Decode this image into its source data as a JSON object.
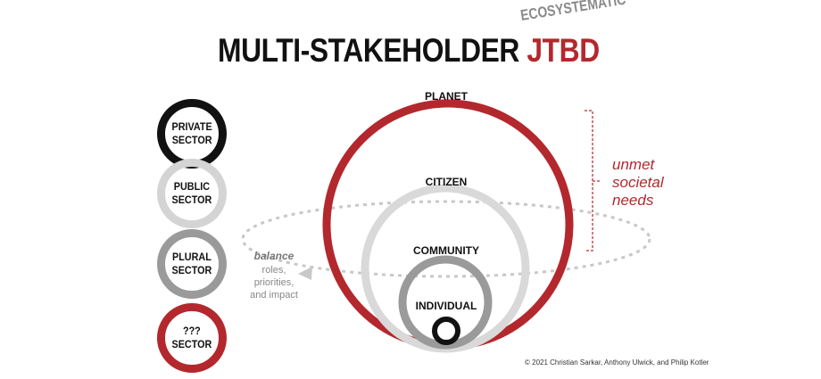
{
  "title": {
    "main": "MULTI-STAKEHOLDER",
    "accent": "JTBD",
    "tag": "ECOSYSTEMATIC"
  },
  "sectors": [
    {
      "id": "private",
      "label": "PRIVATE\nSECTOR",
      "color": "#111111"
    },
    {
      "id": "public",
      "label": "PUBLIC\nSECTOR",
      "color": "#d4d4d4"
    },
    {
      "id": "plural",
      "label": "PLURAL\nSECTOR",
      "color": "#9a9a9a"
    },
    {
      "id": "unknown",
      "label": "???\nSECTOR",
      "color": "#b3282d"
    }
  ],
  "circles": {
    "planet": "PLANET",
    "citizen": "CITIZEN",
    "community": "COMMUNITY",
    "individual": "INDIVIDUAL"
  },
  "needs": {
    "line1": "unmet",
    "line2": "societal",
    "line3": "needs",
    "color": "#b3282d"
  },
  "balance": {
    "heading": "balance",
    "line1": "roles,",
    "line2": "priorities,",
    "line3": "and impact"
  },
  "copyright": "© 2021 Christian Sarkar, Anthony Ulwick, and Philip Kotler"
}
